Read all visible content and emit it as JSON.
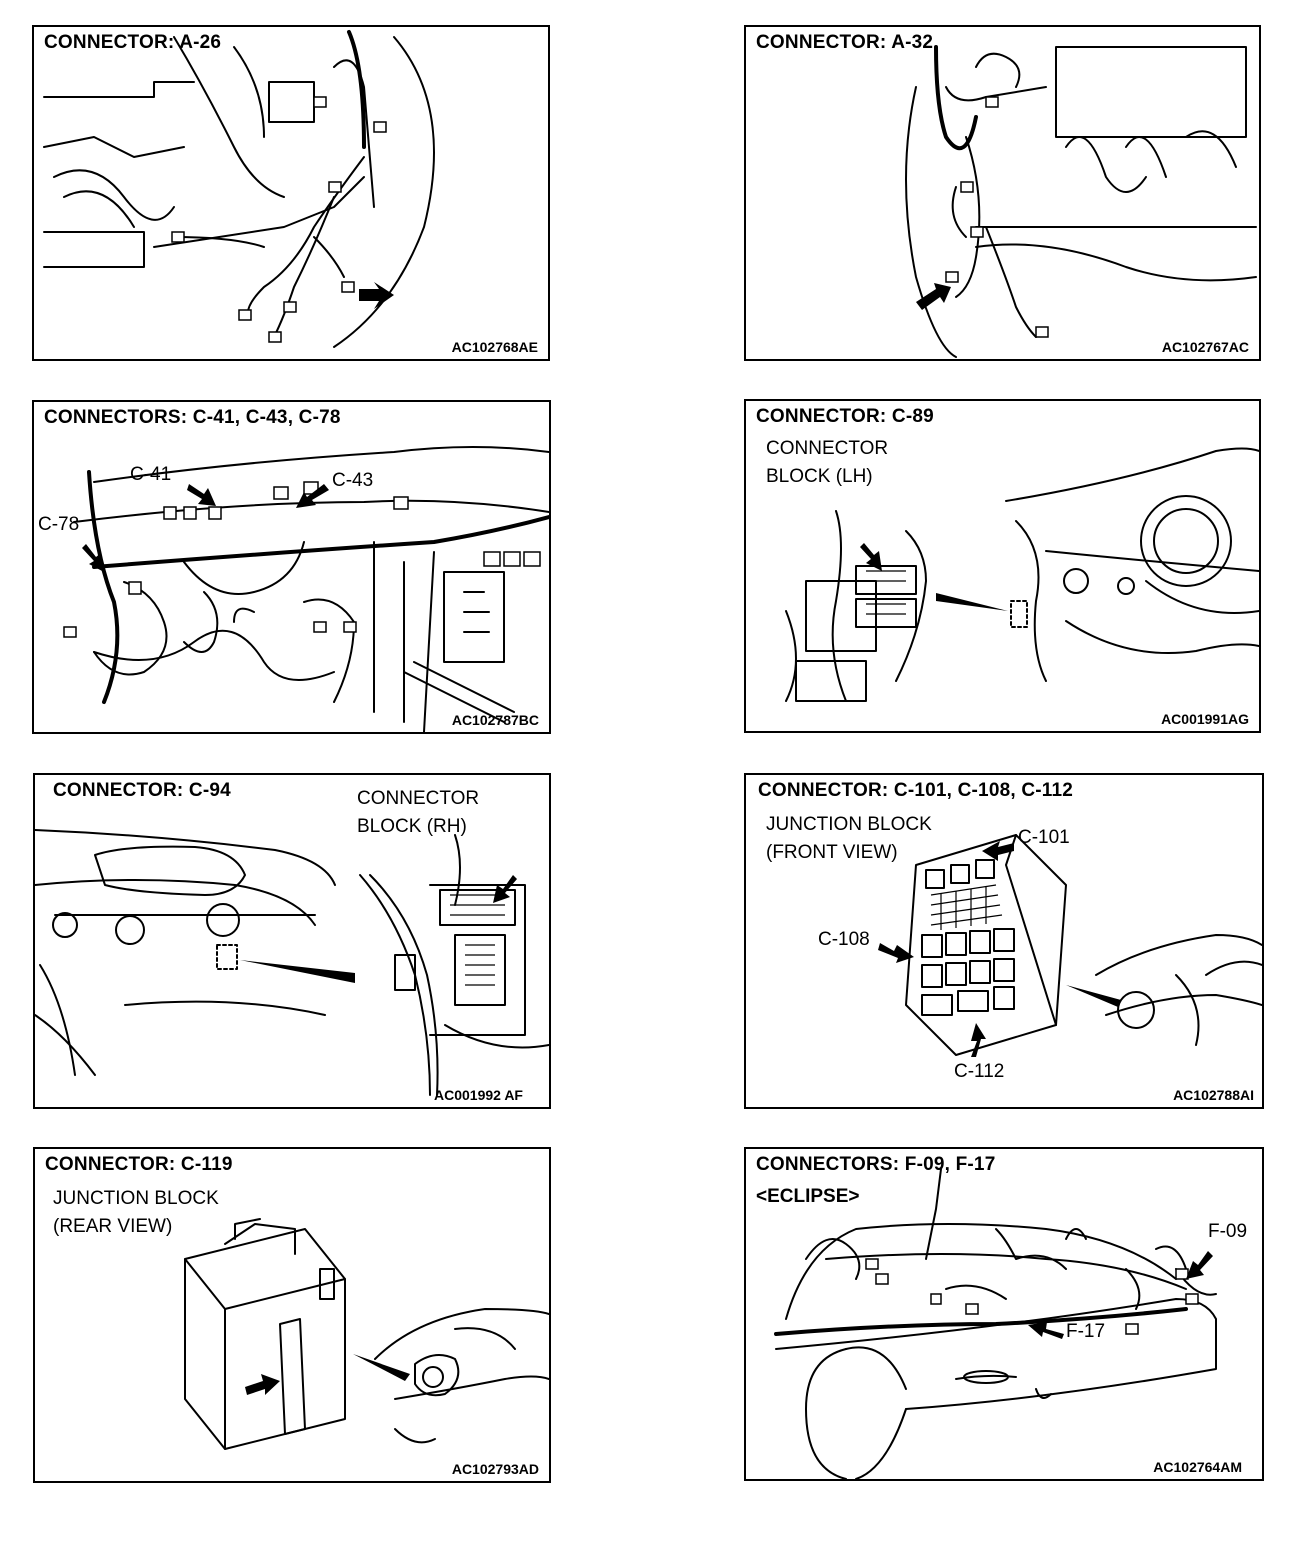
{
  "panels": [
    {
      "title": "CONNECTOR: A-26",
      "code": "AC102768AE"
    },
    {
      "title": "CONNECTOR: A-32",
      "code": "AC102767AC"
    },
    {
      "title": "CONNECTORS: C-41, C-43, C-78",
      "code": "AC102787BC",
      "labels": {
        "c41": "C-41",
        "c43": "C-43",
        "c78": "C-78"
      }
    },
    {
      "title": "CONNECTOR: C-89",
      "sub1": "CONNECTOR",
      "sub2": "BLOCK (LH)",
      "code": "AC001991AG"
    },
    {
      "title": "CONNECTOR: C-94",
      "sub1": "CONNECTOR",
      "sub2": "BLOCK (RH)",
      "code": "AC001992 AF"
    },
    {
      "title": "CONNECTOR: C-101, C-108, C-112",
      "sub1": "JUNCTION BLOCK",
      "sub2": "(FRONT VIEW)",
      "code": "AC102788AI",
      "labels": {
        "c101": "C-101",
        "c108": "C-108",
        "c112": "C-112"
      }
    },
    {
      "title": "CONNECTOR: C-119",
      "sub1": "JUNCTION BLOCK",
      "sub2": "(REAR VIEW)",
      "code": "AC102793AD"
    },
    {
      "title": "CONNECTORS: F-09, F-17",
      "sub1": "<ECLIPSE>",
      "code": "AC102764AM",
      "labels": {
        "f09": "F-09",
        "f17": "F-17"
      }
    }
  ]
}
